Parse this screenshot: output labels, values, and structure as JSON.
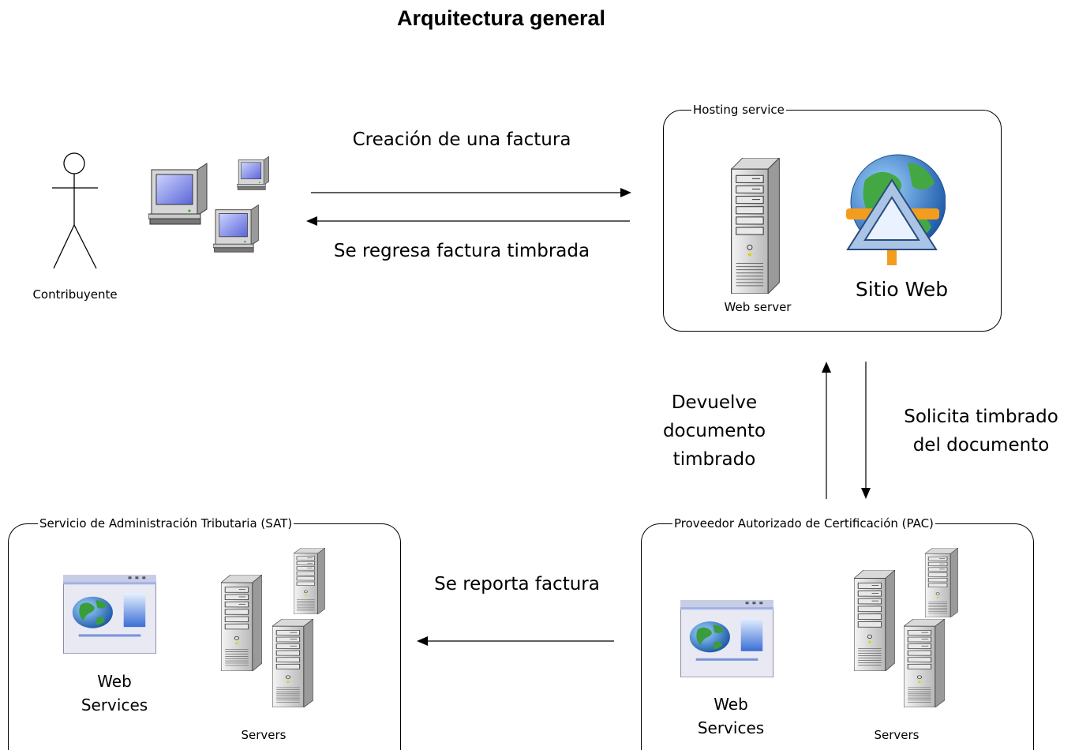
{
  "title": "Arquitectura general",
  "actor": {
    "label": "Contribuyente"
  },
  "flows": {
    "create_invoice": "Creación de una factura",
    "return_invoice": "Se regresa factura timbrada",
    "returns_document": "Devuelve documento timbrado",
    "requests_stamp": "Solicita timbrado del documento",
    "report_invoice": "Se reporta factura"
  },
  "hosting": {
    "title": "Hosting service",
    "server_label": "Web server",
    "site_label": "Sitio Web"
  },
  "pac": {
    "title": "Proveedor Autorizado de Certificación (PAC)",
    "ws_label": "Web Services",
    "servers_label": "Servers"
  },
  "sat": {
    "title": "Servicio de Administración Tributaria (SAT)",
    "ws_label": "Web Services",
    "servers_label": "Servers"
  }
}
